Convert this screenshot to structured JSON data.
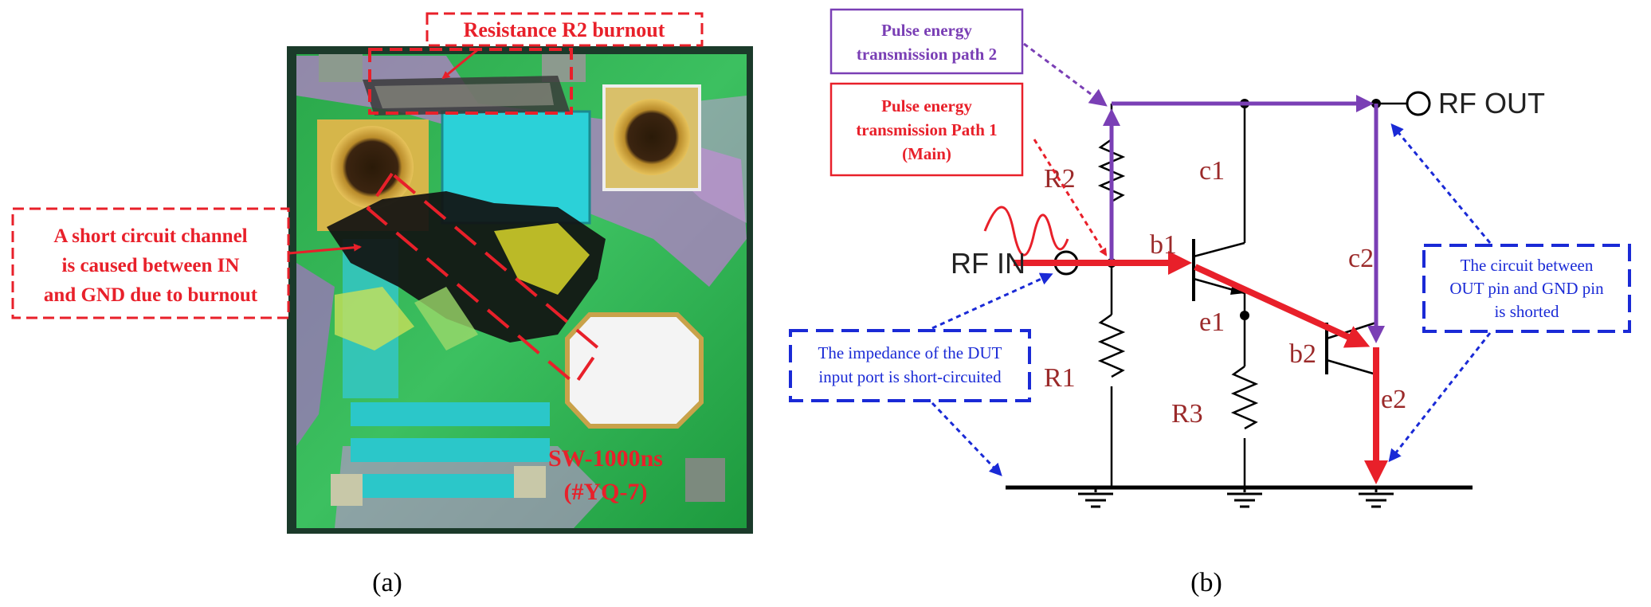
{
  "panel_a": {
    "label_resistance": "Resistance R2  burnout",
    "label_short": [
      "A short circuit channel",
      "is caused  between IN",
      "and GND due to burnout"
    ],
    "label_sample": [
      "SW-1000ns",
      "(#YQ-7)"
    ],
    "caption": "(a)"
  },
  "panel_b": {
    "label_path2": [
      "Pulse energy",
      "transmission path 2"
    ],
    "label_path1": [
      "Pulse energy",
      "transmission Path 1",
      "(Main)"
    ],
    "label_out_short": [
      "The circuit between",
      "OUT pin and GND pin",
      "is shorted"
    ],
    "label_in_short": [
      "The impedance of the DUT",
      "input port is short-circuited"
    ],
    "pin_rf_out": "RF OUT",
    "pin_rf_in": "RF IN",
    "node_r2": "R2",
    "node_r1": "R1",
    "node_r3": "R3",
    "node_c1": "c1",
    "node_b1": "b1",
    "node_e1": "e1",
    "node_c2": "c2",
    "node_b2": "b2",
    "node_e2": "e2",
    "caption": "(b)"
  },
  "colors": {
    "red": "#e8202a",
    "purple": "#7a3fb5",
    "blue": "#1a2ad6"
  }
}
